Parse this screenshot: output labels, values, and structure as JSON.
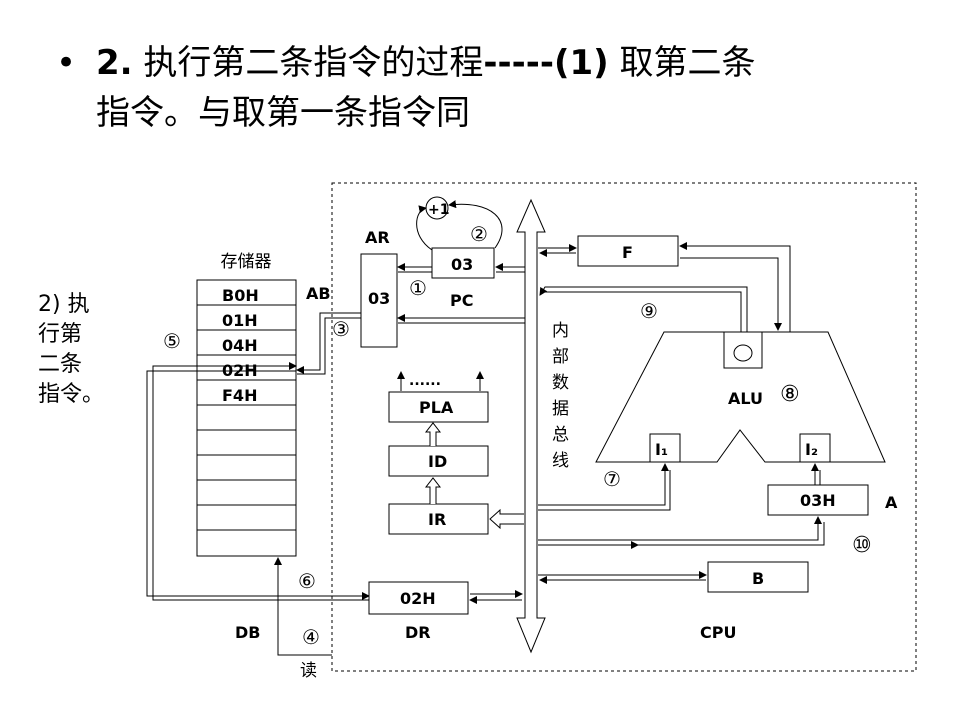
{
  "title": {
    "bullet": "•",
    "number": "2",
    "sep": ".",
    "heading": "执行第二条指令的过程",
    "dashes": "-----",
    "step": "(1)",
    "rest_line1": "取第二条",
    "line2": "指令。与取第一条指令同"
  },
  "side_note": [
    "2) 执",
    "行第",
    "二条",
    "指令。"
  ],
  "memory": {
    "title": "存储器",
    "cells": [
      "B0H",
      "01H",
      "04H",
      "02H",
      "F4H",
      "",
      "",
      "",
      "",
      "",
      ""
    ]
  },
  "labels": {
    "ab": "AB",
    "db": "DB",
    "ar": "AR",
    "ar_value": "03",
    "pc": "PC",
    "pc_value": "03",
    "plus_one": "+1",
    "f": "F",
    "alu": "ALU",
    "i1": "I₁",
    "i2": "I₂",
    "a_reg_value": "03H",
    "a_reg": "A",
    "b_reg": "B",
    "dr_value": "02H",
    "dr": "DR",
    "cpu": "CPU",
    "pla": "PLA",
    "id": "ID",
    "ir": "IR",
    "pla_dots": "......",
    "internal_bus": [
      "内",
      "部",
      "数",
      "据",
      "总",
      "线"
    ],
    "read": "读"
  },
  "steps": [
    "①",
    "②",
    "③",
    "④",
    "⑤",
    "⑥",
    "⑦",
    "⑧",
    "⑨",
    "⑩"
  ]
}
